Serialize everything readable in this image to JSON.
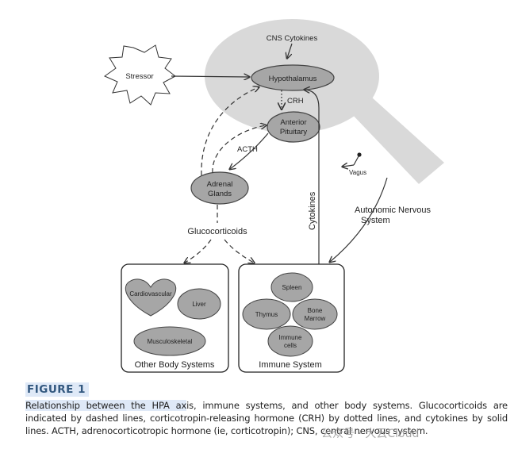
{
  "nodes": {
    "cns_cytokines": "CNS Cytokines",
    "stressor": "Stressor",
    "hypothalamus": "Hypothalamus",
    "crh": "CRH",
    "anterior_pituitary_1": "Anterior",
    "anterior_pituitary_2": "Pituitary",
    "acth": "ACTH",
    "adrenal_glands_1": "Adrenal",
    "adrenal_glands_2": "Glands",
    "glucocorticoids": "Glucocorticoids",
    "vagus": "Vagus",
    "cytokines": "Cytokines",
    "autonomic_1": "Autonomic Nervous",
    "autonomic_2": "System",
    "cardiovascular": "Cardiovascular",
    "liver": "Liver",
    "musculoskeletal": "Musculoskeletal",
    "other_body_systems": "Other Body Systems",
    "spleen": "Spleen",
    "thymus": "Thymus",
    "bone_marrow_1": "Bone",
    "bone_marrow_2": "Marrow",
    "immune_cells_1": "Immune",
    "immune_cells_2": "cells",
    "immune_system": "Immune System"
  },
  "caption": {
    "figure_label": "FIGURE 1",
    "text_highlighted": "Relationship between the HPA ax",
    "text_rest": "is, immune systems, and other body systems. Glucocorticoids are indicated by dashed lines, corticotropin-releasing hormone (CRH) by dotted lines, and cytokines by solid lines. ACTH, adrenocorticotropic hormone (ie, corticotropin); CNS, central nervous system."
  },
  "watermark": "公众号 · 大云Cloud",
  "colors": {
    "brain_fill": "#d9d9d9",
    "node_fill": "#a6a6a6",
    "caption_title": "#33587f",
    "highlight": "#dfe9f7"
  }
}
